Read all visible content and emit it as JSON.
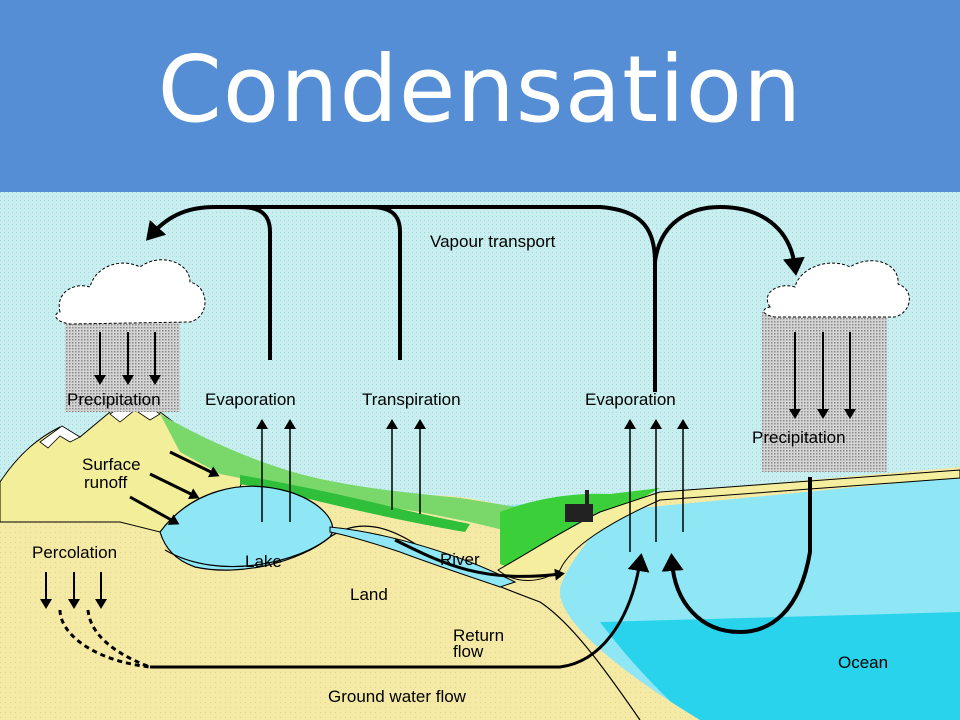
{
  "slide": {
    "title": "Condensation"
  },
  "diagram": {
    "labels": {
      "vapour_transport": "Vapour transport",
      "precipitation_left": "Precipitation",
      "evaporation_left": "Evaporation",
      "transpiration": "Transpiration",
      "evaporation_right": "Evaporation",
      "precipitation_right": "Precipitation",
      "surface_runoff_1": "Surface",
      "surface_runoff_2": "runoff",
      "percolation": "Percolation",
      "lake": "Lake",
      "river": "River",
      "land": "Land",
      "return_flow_1": "Return",
      "return_flow_2": "flow",
      "ocean": "Ocean",
      "ground_water_flow": "Ground water flow"
    },
    "colors": {
      "title_bar": "#558ed5",
      "sky": "#c8eef0",
      "land": "#f5eaa5",
      "grass": "#5fd35a",
      "water": "#7fe3f2",
      "deep_ocean": "#2fd6ee",
      "mountain": "#f3ee9a",
      "rain_cloud": "#a8a8a8"
    }
  }
}
